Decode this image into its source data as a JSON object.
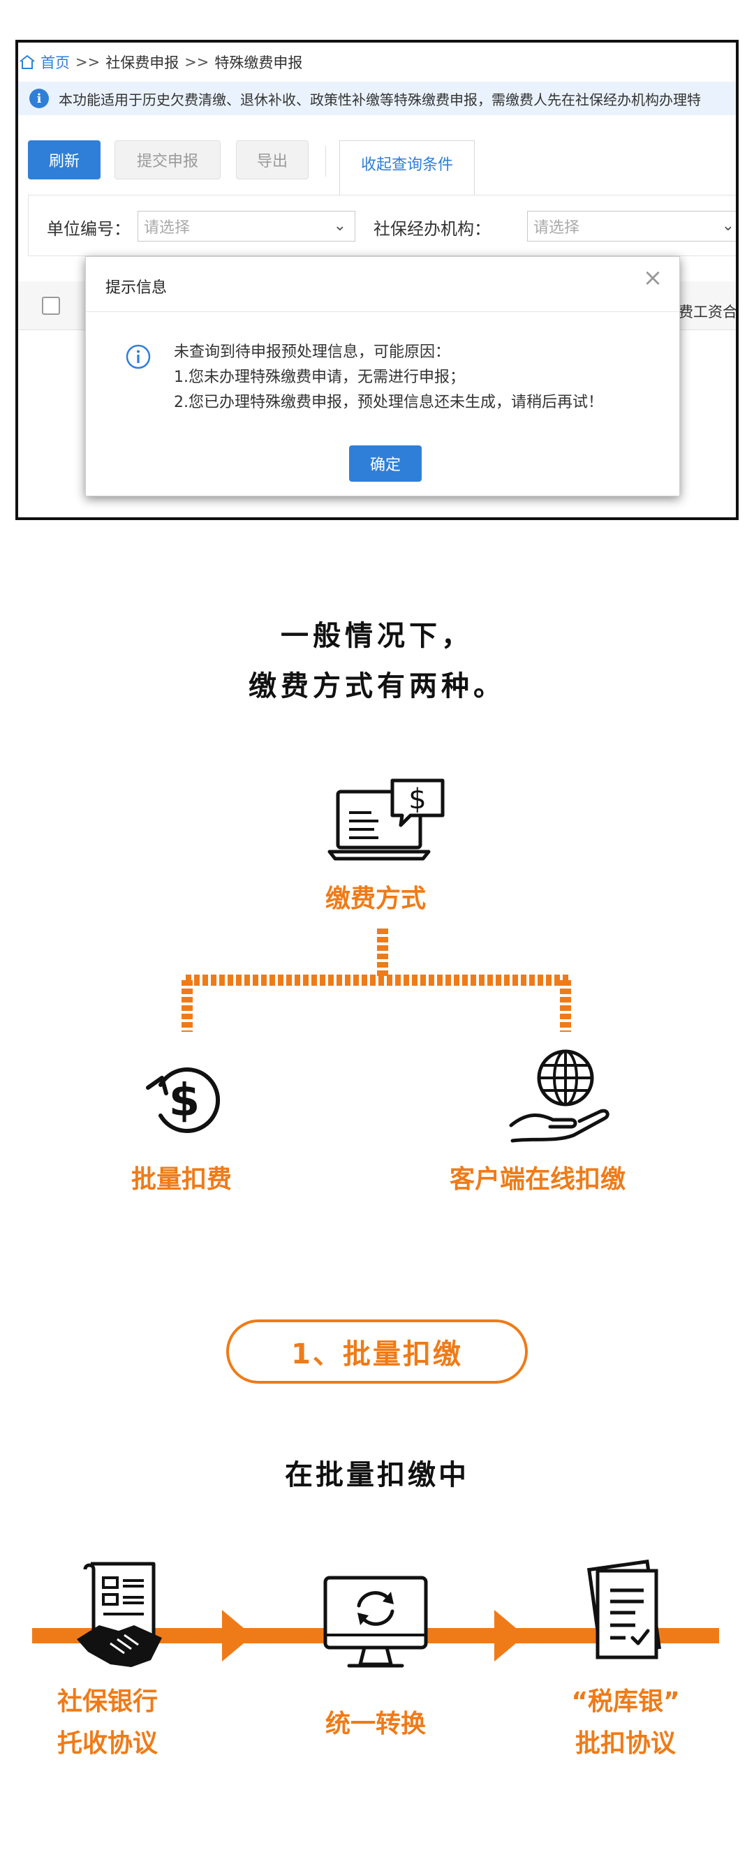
{
  "screenshot": {
    "breadcrumb": {
      "home": "首页",
      "sep": ">>",
      "level1": "社保费申报",
      "level2": "特殊缴费申报"
    },
    "notice": {
      "text": "本功能适用于历史欠费清缴、退休补收、政策性补缴等特殊缴费申报，需缴费人先在社保经办机构办理特"
    },
    "toolbar": {
      "refresh": "刷新",
      "submit": "提交申报",
      "export": "导出",
      "tab_collapse": "收起查询条件"
    },
    "filters": {
      "unit_label": "单位编号：",
      "unit_placeholder": "请选择",
      "agency_label": "社保经办机构：",
      "agency_placeholder": "请选择"
    },
    "table": {
      "column_partial": "费工资合"
    },
    "dialog": {
      "title": "提示信息",
      "line1": "未查询到待申报预处理信息，可能原因：",
      "line2": "1.您未办理特殊缴费申请，无需进行申报；",
      "line3": "2.您已办理特殊缴费申报，预处理信息还未生成，请稍后再试！",
      "ok": "确定"
    }
  },
  "infographic": {
    "intro_line1": "一般情况下，",
    "intro_line2": "缴费方式有两种。",
    "root_label": "缴费方式",
    "left_label": "批量扣费",
    "right_label": "客户端在线扣缴",
    "section_pill": "1、批量扣缴",
    "section_sub": "在批量扣缴中",
    "flow": {
      "step1_line1": "社保银行",
      "step1_line2": "托收协议",
      "step2": "统一转换",
      "step3_line1": "“税库银”",
      "step3_line2": "批扣协议"
    },
    "colors": {
      "accent": "#ef7b18",
      "ui_blue": "#2f7fd8",
      "dark": "#111111"
    }
  }
}
